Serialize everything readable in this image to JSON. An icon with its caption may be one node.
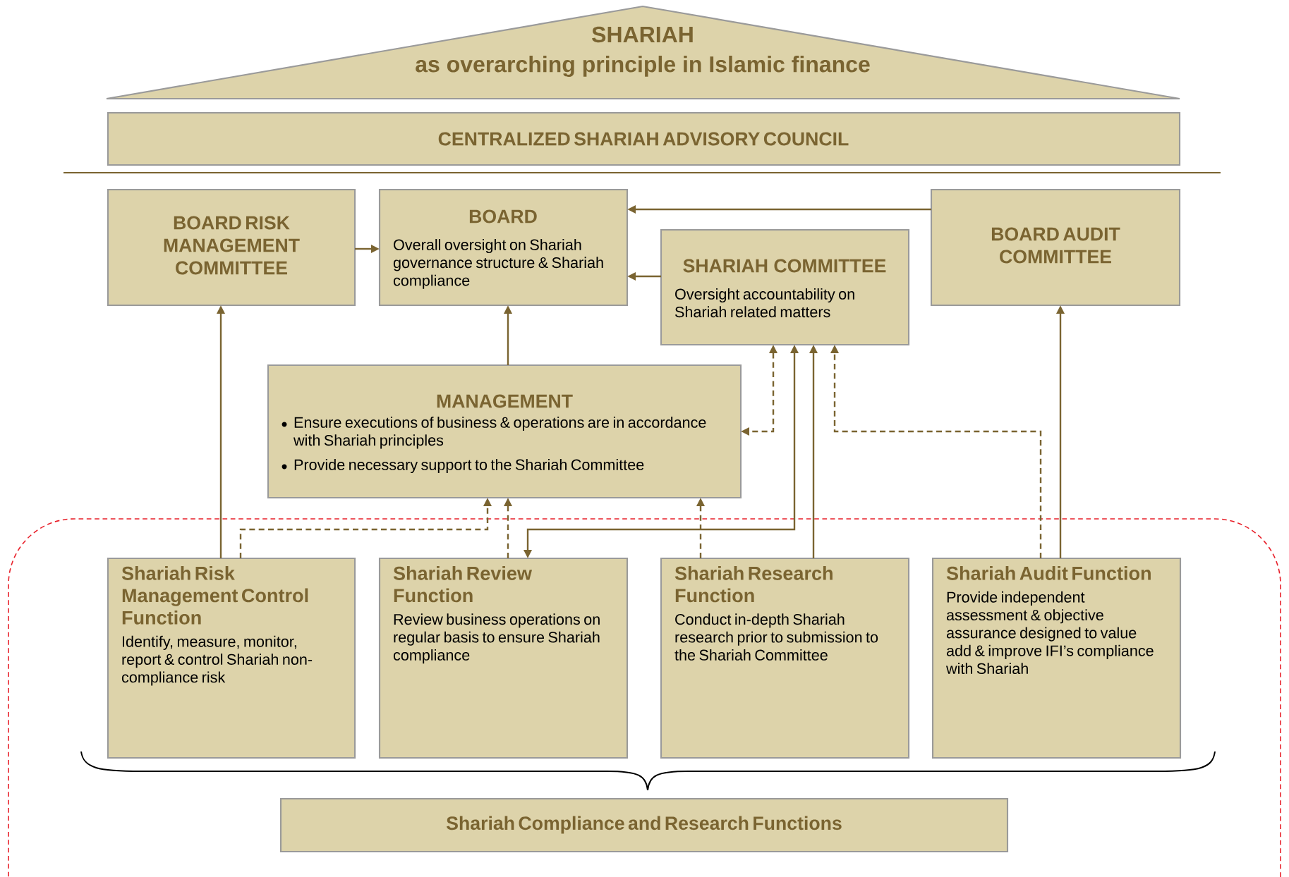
{
  "diagram": {
    "nodes": [
      {
        "text": [
          "SHARIAH",
          "as overarching principle in Islamic finance"
        ]
      },
      {
        "text": [
          "CENTRALIZED SHARIAH ADVISORY COUNCIL"
        ]
      },
      {
        "text": [
          "BOARD RISK MANAGEMENT COMMITTEE"
        ]
      },
      {
        "text": [
          "BOARD",
          "Overall oversight on Shariah governance structure & Shariah compliance"
        ]
      },
      {
        "text": [
          "SHARIAH COMMITTEE",
          "Oversight accountability on Shariah related matters"
        ]
      },
      {
        "text": [
          "BOARD AUDIT COMMITTEE"
        ]
      },
      {
        "text": [
          "MANAGEMENT",
          "Ensure executions of business & operations are in accordance with Shariah principles",
          "Provide necessary support to the Shariah Committee"
        ]
      },
      {
        "text": [
          "Shariah Risk Management Control Function",
          "Identify, measure, monitor, report & control Shariah non-compliance risk"
        ]
      },
      {
        "text": [
          "Shariah Review Function",
          "Review business operations on regular basis to ensure Shariah compliance"
        ]
      },
      {
        "text": [
          "Shariah Research Function",
          "Conduct in-depth Shariah research prior to submission to the Shariah Committee"
        ]
      },
      {
        "text": [
          "Shariah Audit Function",
          "Provide independent assessment & objective assurance designed to value add & improve IFI’s compliance with Shariah"
        ]
      },
      {
        "text": [
          "Shariah Compliance and Research Functions"
        ]
      }
    ],
    "edges": [
      {
        "from": 2,
        "to": 3,
        "arrow": "to"
      },
      {
        "from": 5,
        "to": 3,
        "arrow": "to"
      },
      {
        "from": 4,
        "to": 3,
        "arrow": "to"
      },
      {
        "from": 6,
        "to": 3,
        "arrow": "to"
      },
      {
        "from": 7,
        "to": 2,
        "arrow": "to"
      },
      {
        "from": 7,
        "to": 6,
        "arrow": "to",
        "style": "dashed"
      },
      {
        "from": 8,
        "to": 6,
        "arrow": "to",
        "style": "dashed"
      },
      {
        "from": 4,
        "to": 8,
        "arrow": "both"
      },
      {
        "from": 4,
        "to": 6,
        "arrow": "both",
        "style": "dashed"
      },
      {
        "from": 9,
        "to": 6,
        "arrow": "to",
        "style": "dashed"
      },
      {
        "from": 9,
        "to": 4,
        "arrow": "to"
      },
      {
        "from": 10,
        "to": 4,
        "arrow": "to",
        "style": "dashed"
      },
      {
        "from": 10,
        "to": 5,
        "arrow": "to"
      }
    ]
  }
}
